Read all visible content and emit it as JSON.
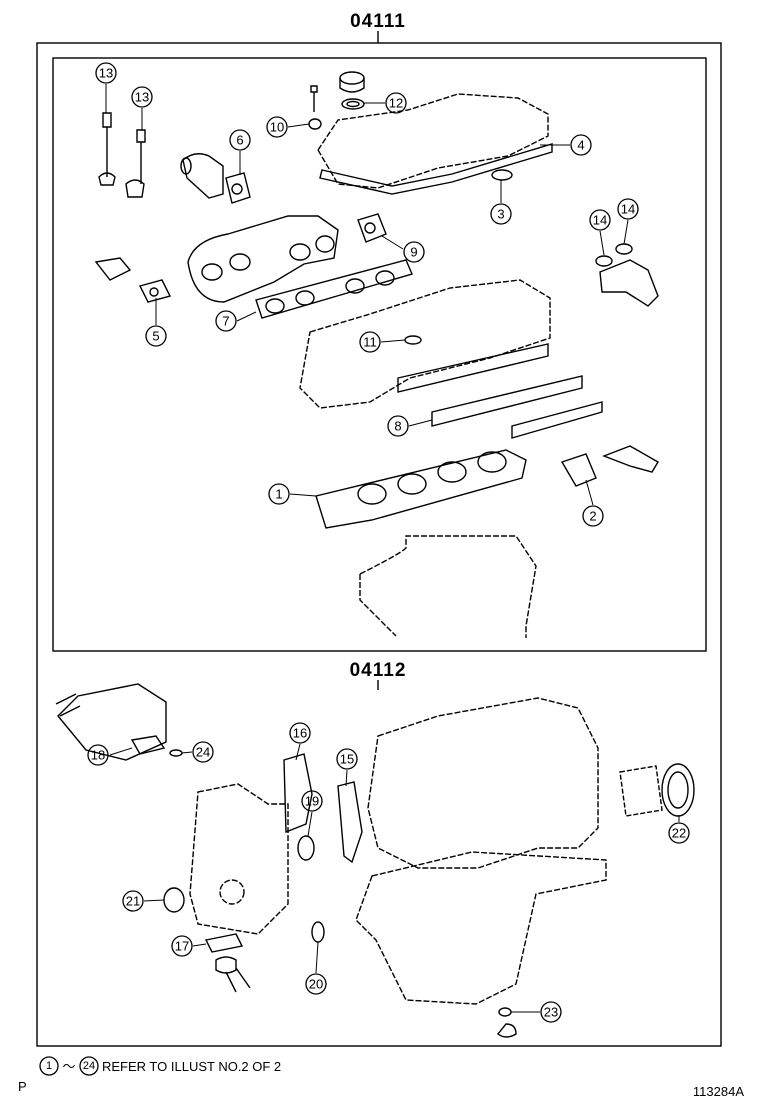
{
  "diagram": {
    "group_upper": {
      "code": "04111"
    },
    "group_lower": {
      "code": "04112"
    },
    "callouts": [
      {
        "id": "c13a",
        "label": "13"
      },
      {
        "id": "c13b",
        "label": "13"
      },
      {
        "id": "c12",
        "label": "12"
      },
      {
        "id": "c10",
        "label": "10"
      },
      {
        "id": "c6",
        "label": "6"
      },
      {
        "id": "c4",
        "label": "4"
      },
      {
        "id": "c3",
        "label": "3"
      },
      {
        "id": "c9",
        "label": "9"
      },
      {
        "id": "c14a",
        "label": "14"
      },
      {
        "id": "c14b",
        "label": "14"
      },
      {
        "id": "c5",
        "label": "5"
      },
      {
        "id": "c7",
        "label": "7"
      },
      {
        "id": "c11",
        "label": "11"
      },
      {
        "id": "c8",
        "label": "8"
      },
      {
        "id": "c1",
        "label": "1"
      },
      {
        "id": "c2",
        "label": "2"
      },
      {
        "id": "c18",
        "label": "18"
      },
      {
        "id": "c24",
        "label": "24"
      },
      {
        "id": "c16",
        "label": "16"
      },
      {
        "id": "c15",
        "label": "15"
      },
      {
        "id": "c19",
        "label": "19"
      },
      {
        "id": "c22",
        "label": "22"
      },
      {
        "id": "c21",
        "label": "21"
      },
      {
        "id": "c17",
        "label": "17"
      },
      {
        "id": "c20",
        "label": "20"
      },
      {
        "id": "c23",
        "label": "23"
      }
    ]
  },
  "footer": {
    "note_start": "1",
    "note_tilde": "～",
    "note_end": "24",
    "note_text": "REFER TO ILLUST NO.2 OF 2",
    "corner_letter": "P",
    "illustration_id": "113284A"
  }
}
